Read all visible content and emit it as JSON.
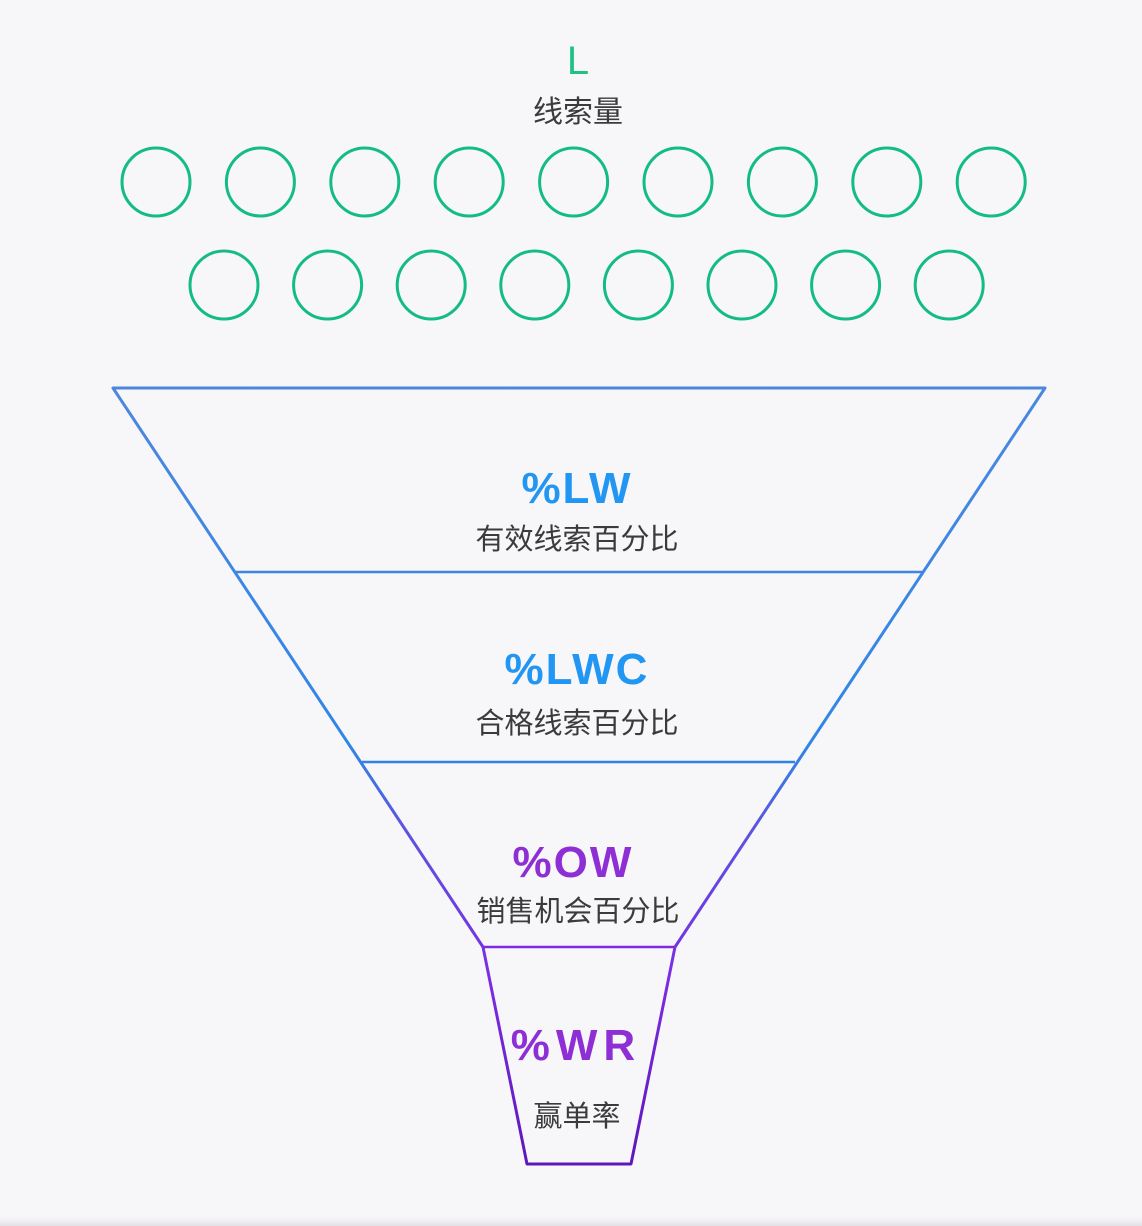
{
  "page": {
    "background_color": "#f7f6f8",
    "text_color": "#3b3b3b"
  },
  "header": {
    "code": "L",
    "code_color": "#1ec383",
    "label": "线索量"
  },
  "bubbles": {
    "stroke_color": "#14bc85",
    "rows": [
      {
        "count": 9
      },
      {
        "count": 8
      }
    ]
  },
  "funnel": {
    "outline_gradient": [
      "#4c87de",
      "#2f86e8",
      "#5a55e0",
      "#7c2ce2",
      "#5f16bd"
    ],
    "stages": [
      {
        "code": "%LW",
        "label": "有效线索百分比",
        "code_color": "#2196f3",
        "divider_color": "#3f86e2"
      },
      {
        "code": "%LWC",
        "label": "合格线索百分比",
        "code_color": "#2196f3",
        "divider_color": "#2f82e8"
      },
      {
        "code": "%OW",
        "label": "销售机会百分比",
        "code_color": "#8e2fd6",
        "divider_color": "#7e2be0"
      },
      {
        "code": "%WR",
        "label": "赢单率",
        "code_color": "#8e2fd6"
      }
    ]
  }
}
